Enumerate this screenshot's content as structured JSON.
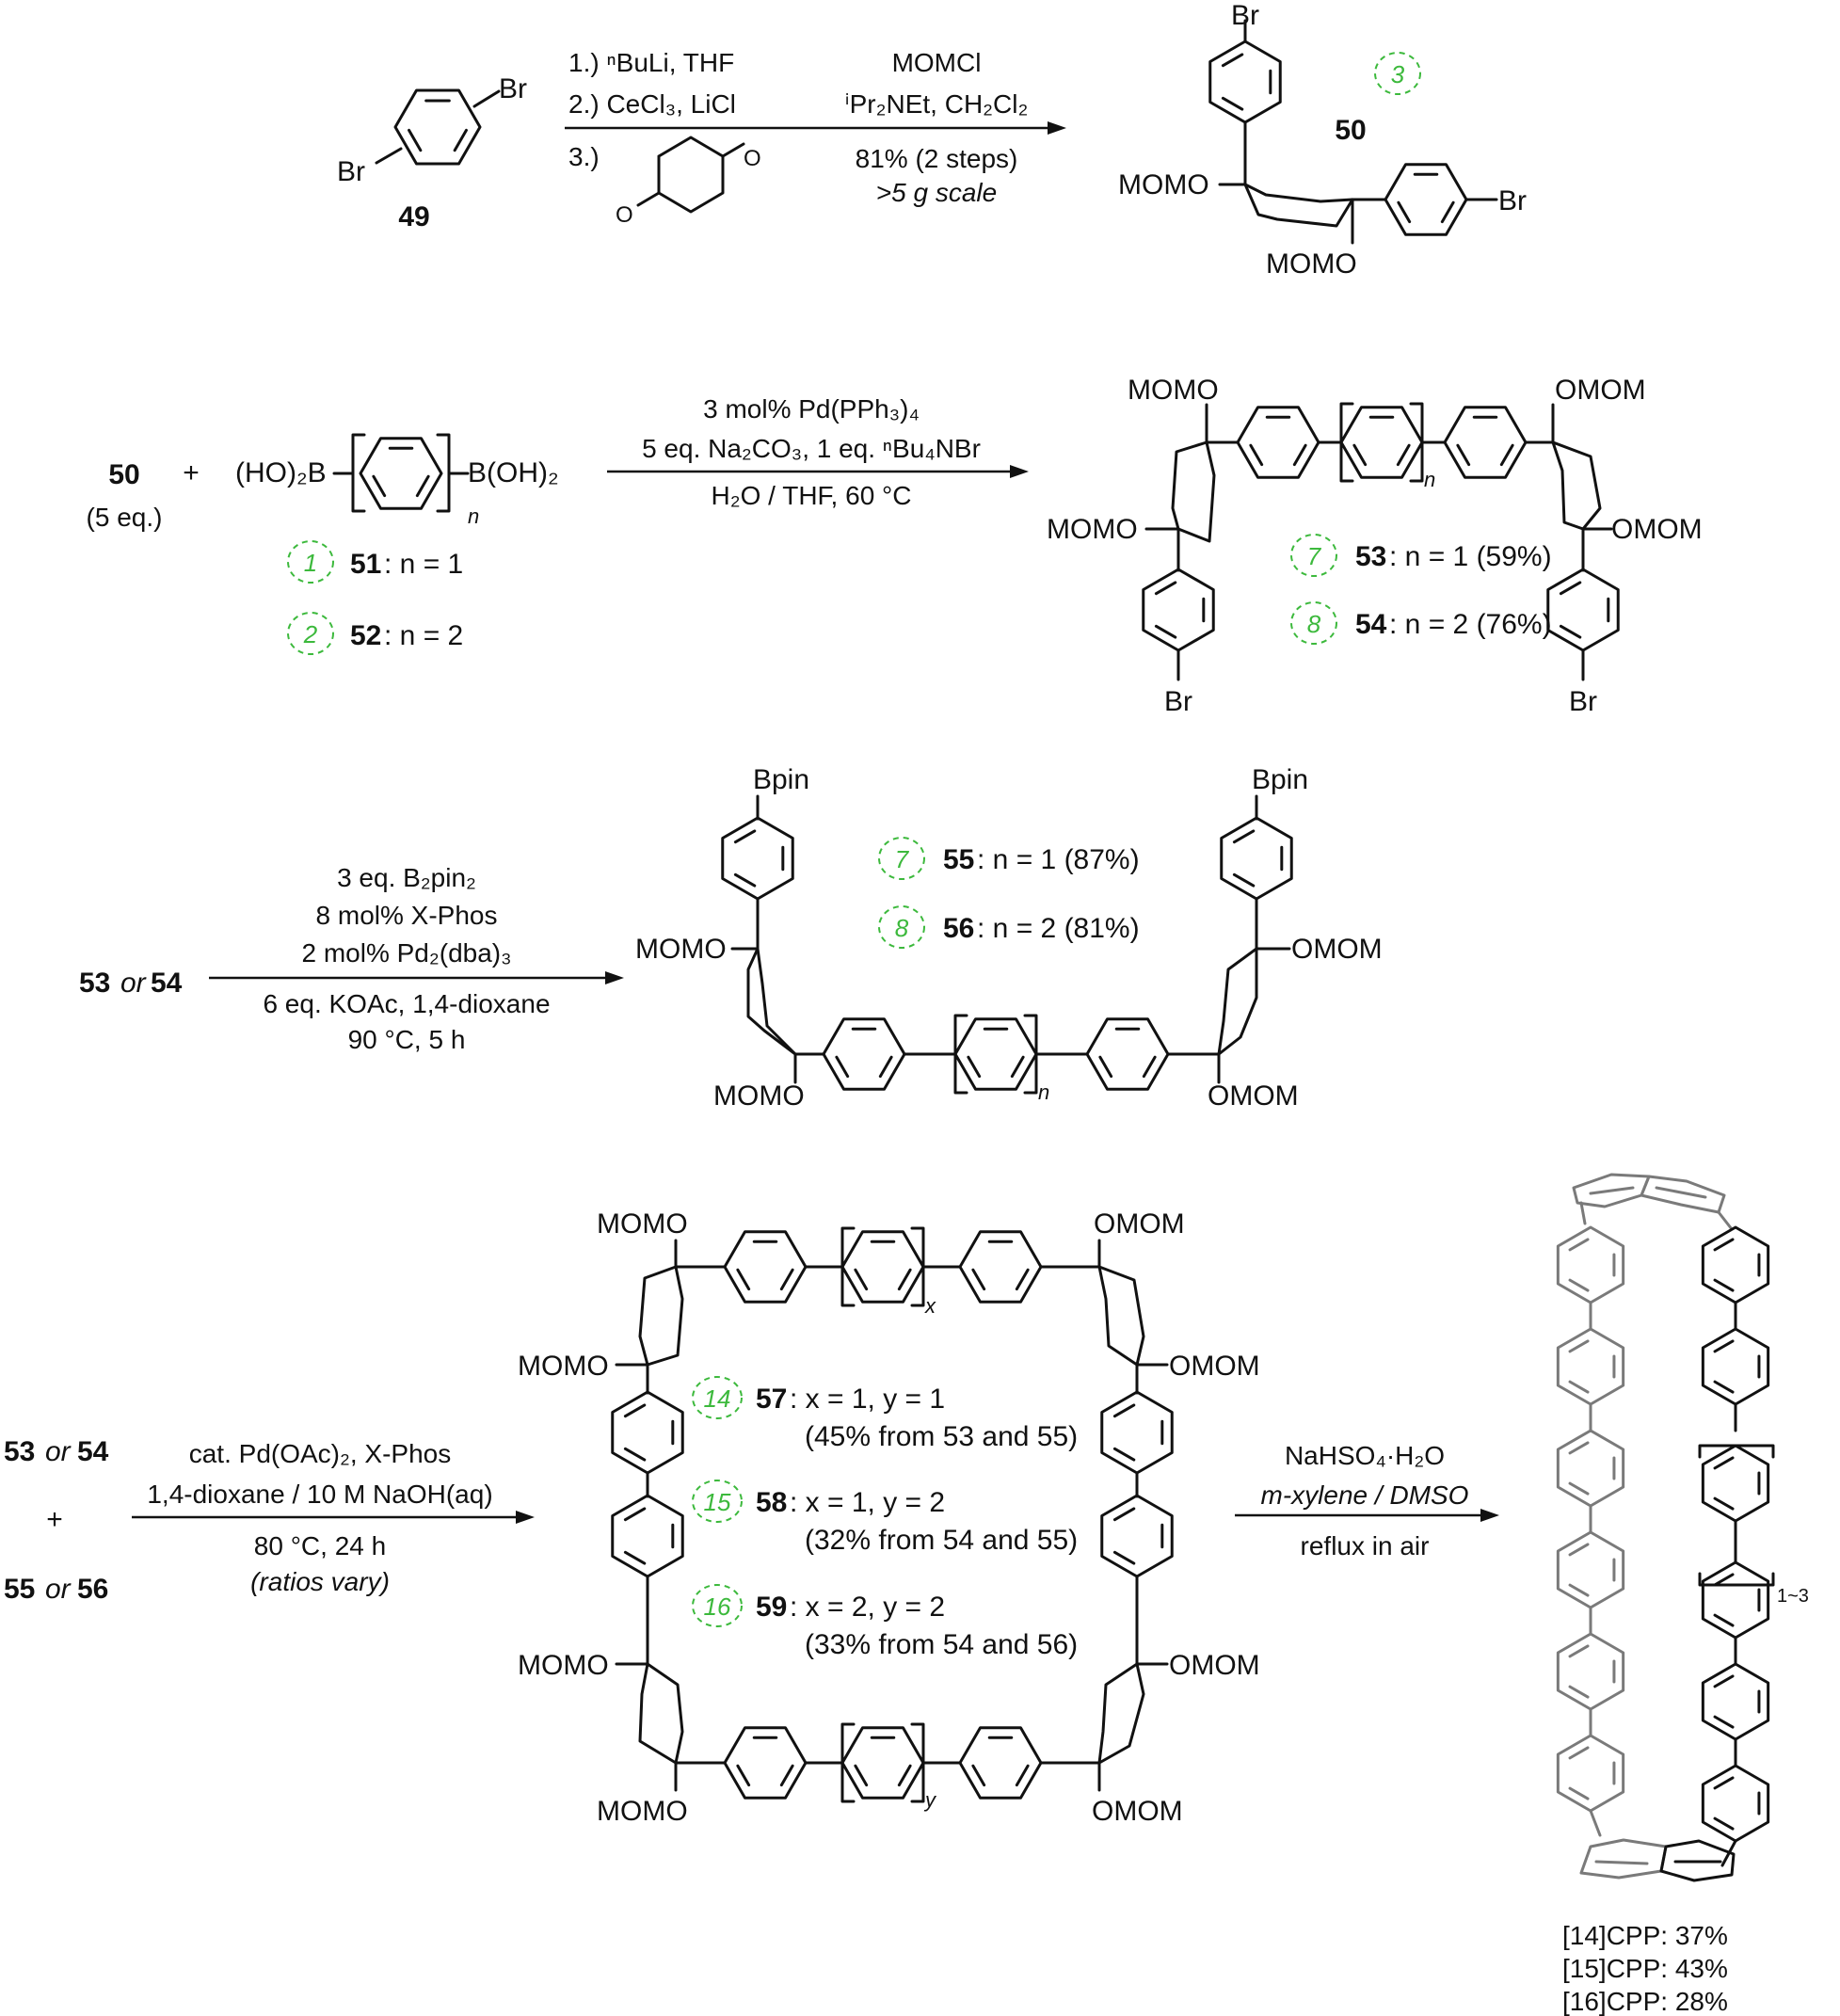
{
  "step1": {
    "reactant_label": "49",
    "br_top": "Br",
    "br_left": "Br",
    "cond_a_1": "1.) ⁿBuLi, THF",
    "cond_a_2": "2.) CeCl₃, LiCl",
    "cond_a_3": "3.)",
    "diketone_o": "O",
    "cond_b_1": "MOMCl",
    "cond_b_2": "ⁱPr₂NEt, CH₂Cl₂",
    "cond_b_3": "81% (2 steps)",
    "cond_b_4": ">5 g scale",
    "product_label": "50",
    "product_circle": "3",
    "momo": "MOMO",
    "br": "Br"
  },
  "step2": {
    "reagent": "50",
    "eq": "(5 eq.)",
    "plus": "+",
    "boronic_left": "(HO)₂B",
    "boronic_right": "B(OH)₂",
    "n": "n",
    "c51_circle": "1",
    "c51_label": "51",
    "c51_text": ": n = 1",
    "c52_circle": "2",
    "c52_label": "52",
    "c52_text": ": n = 2",
    "cond_1": "3 mol% Pd(PPh₃)₄",
    "cond_2": "5 eq. Na₂CO₃, 1 eq. ⁿBu₄NBr",
    "cond_3": "H₂O / THF, 60 °C",
    "momo": "MOMO",
    "omom": "OMOM",
    "br": "Br",
    "p53_circle": "7",
    "p53_label": "53",
    "p53_text": ": n = 1 (59%)",
    "p54_circle": "8",
    "p54_label": "54",
    "p54_text": ": n = 2 (76%)"
  },
  "step3": {
    "reagent_a": "53",
    "reagent_or": "or",
    "reagent_b": "54",
    "cond_1": "3 eq. B₂pin₂",
    "cond_2": "8 mol% X-Phos",
    "cond_3": "2 mol% Pd₂(dba)₃",
    "cond_4": "6 eq. KOAc, 1,4-dioxane",
    "cond_5": "90 °C, 5 h",
    "bpin": "Bpin",
    "momo": "MOMO",
    "omom": "OMOM",
    "n": "n",
    "p55_circle": "7",
    "p55_label": "55",
    "p55_text": ": n = 1 (87%)",
    "p56_circle": "8",
    "p56_label": "56",
    "p56_text": ": n = 2 (81%)"
  },
  "step4": {
    "r1a": "53",
    "r1or": "or",
    "r1b": "54",
    "plus": "+",
    "r2a": "55",
    "r2or": "or",
    "r2b": "56",
    "cond_1": "cat. Pd(OAc)₂, X-Phos",
    "cond_2": "1,4-dioxane / 10 M NaOH(aq)",
    "cond_3": "80 °C, 24 h",
    "cond_4": "(ratios vary)",
    "momo": "MOMO",
    "omom": "OMOM",
    "x": "x",
    "y": "y",
    "p57_circle": "14",
    "p57_label": "57",
    "p57_text": ": x = 1, y = 1",
    "p57_src": "(45% from 53 and 55)",
    "p58_circle": "15",
    "p58_label": "58",
    "p58_text": ": x = 1, y = 2",
    "p58_src": "(32% from 54 and 55)",
    "p59_circle": "16",
    "p59_label": "59",
    "p59_text": ": x = 2, y = 2",
    "p59_src": "(33% from 54 and 56)"
  },
  "step5": {
    "cond_1": "NaHSO₄·H₂O",
    "cond_2": "m-xylene / DMSO",
    "cond_3": "reflux in air",
    "repeat": "1~3",
    "yield_14": "[14]CPP: 37%",
    "yield_15": "[15]CPP: 43%",
    "yield_16": "[16]CPP: 28%"
  }
}
